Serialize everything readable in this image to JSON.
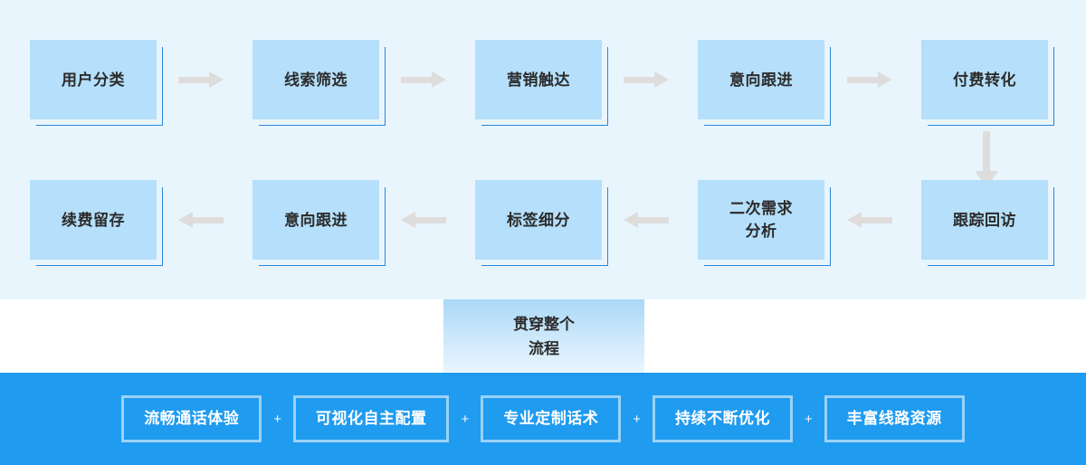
{
  "theme": {
    "panel_bg": "#e9f5fd",
    "node_fill": "#b5dffb",
    "node_accent_border": "#2787d6",
    "arrow_color": "#dedddb",
    "bar_bg": "#1f9bf0",
    "text_dark": "#2b2b2b",
    "text_light": "#ffffff"
  },
  "flow": {
    "row1": [
      {
        "label": "用户分类"
      },
      {
        "label": "线索筛选"
      },
      {
        "label": "营销触达"
      },
      {
        "label": "意向跟进"
      },
      {
        "label": "付费转化"
      }
    ],
    "row2": [
      {
        "label": "续费留存"
      },
      {
        "label": "意向跟进"
      },
      {
        "label": "标签细分"
      },
      {
        "label": "二次需求\n分析"
      },
      {
        "label": "跟踪回访"
      }
    ],
    "arrows_row1_direction": "right",
    "arrows_row2_direction": "left",
    "connector_direction": "down"
  },
  "center_badge": {
    "label": "贯穿整个\n流程"
  },
  "feature_bar": {
    "separator": "+",
    "tags": [
      {
        "label": "流畅通话体验"
      },
      {
        "label": "可视化自主配置"
      },
      {
        "label": "专业定制话术"
      },
      {
        "label": "持续不断优化"
      },
      {
        "label": "丰富线路资源"
      }
    ]
  }
}
